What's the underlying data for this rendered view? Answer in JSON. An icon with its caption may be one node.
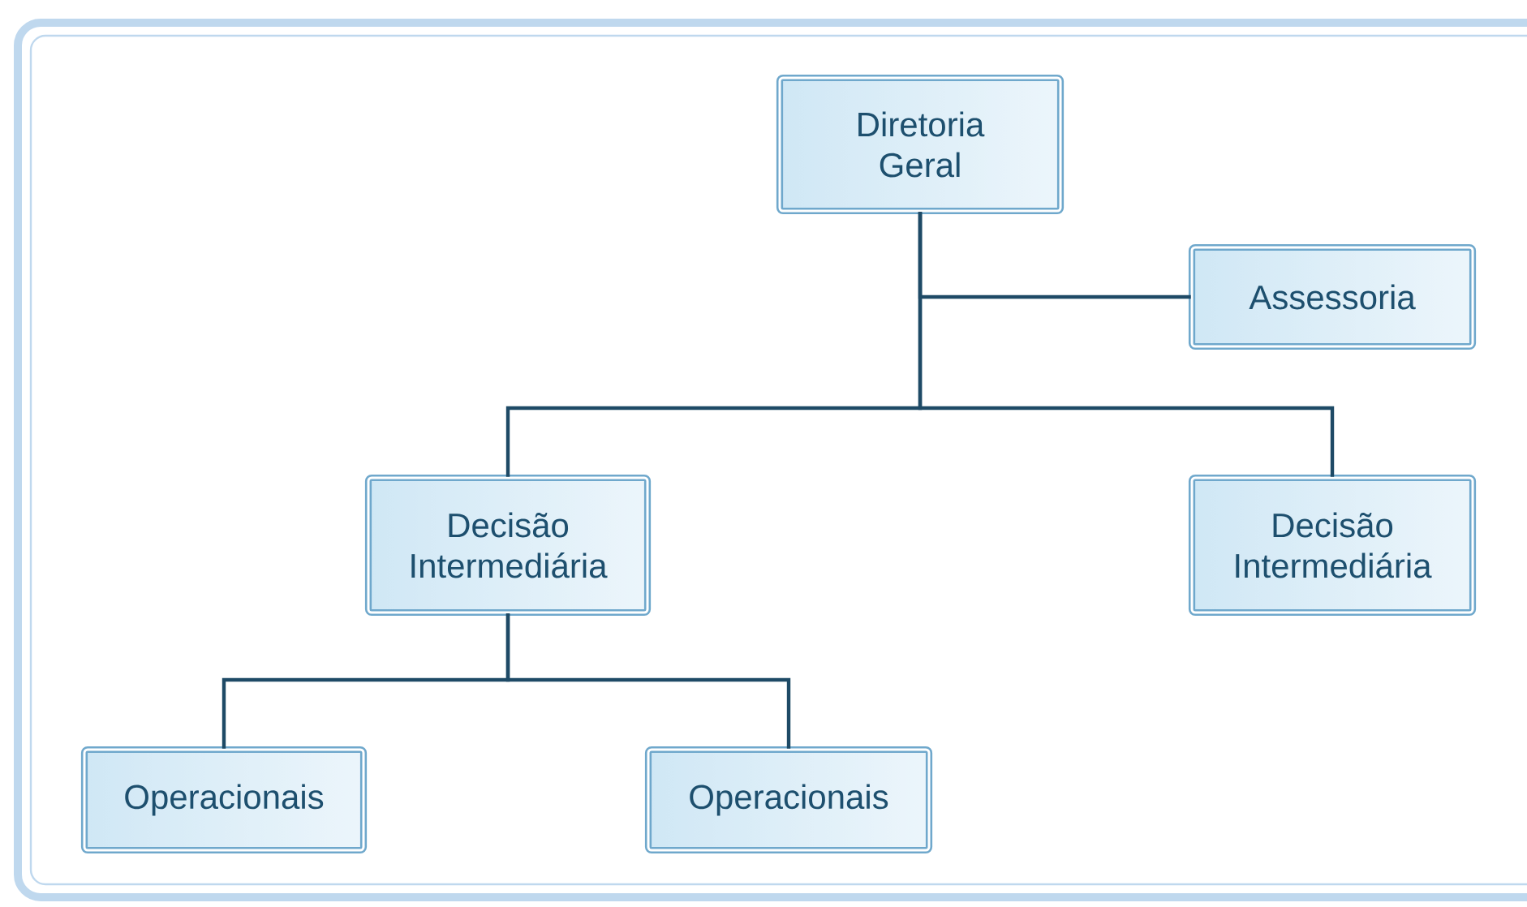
{
  "diagram": {
    "nodes": [
      {
        "text": [
          "Diretoria Geral"
        ]
      },
      {
        "text": [
          "Assessoria"
        ]
      },
      {
        "text": [
          "Decisão Intermediária"
        ]
      },
      {
        "text": [
          "Decisão Intermediária"
        ]
      },
      {
        "text": [
          "Operacionais"
        ]
      },
      {
        "text": [
          "Operacionais"
        ]
      }
    ],
    "edges": [
      {
        "from": 0,
        "to": 1,
        "arrow": "none"
      },
      {
        "from": 0,
        "to": 2,
        "arrow": "none"
      },
      {
        "from": 0,
        "to": 3,
        "arrow": "none"
      },
      {
        "from": 2,
        "to": 4,
        "arrow": "none"
      },
      {
        "from": 2,
        "to": 5,
        "arrow": "none"
      }
    ]
  }
}
